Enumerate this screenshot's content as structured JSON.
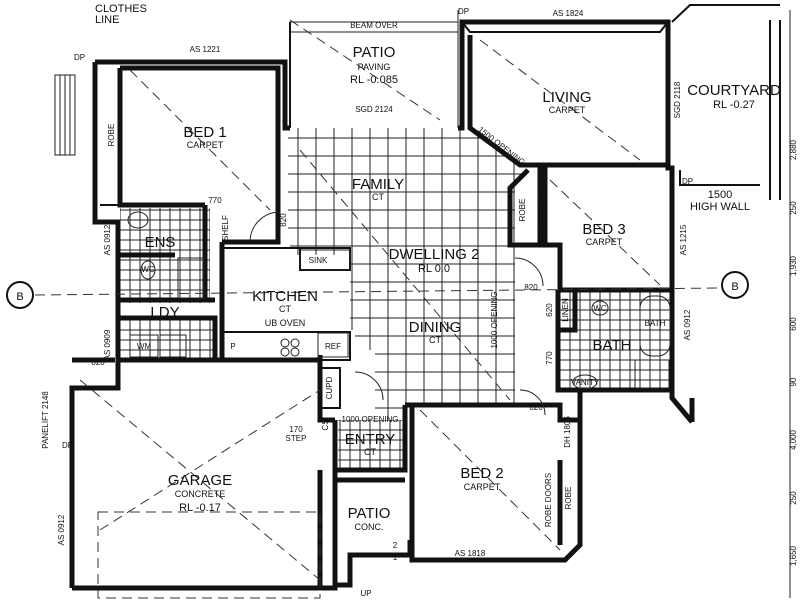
{
  "rooms": {
    "patio_top": {
      "name": "PATIO",
      "sub1": "PAVING",
      "sub2": "RL -0.085"
    },
    "living": {
      "name": "LIVING",
      "sub": "CARPET"
    },
    "courtyard": {
      "name": "COURTYARD",
      "sub": "RL -0.27"
    },
    "bed1": {
      "name": "BED 1",
      "sub": "CARPET"
    },
    "family": {
      "name": "FAMILY",
      "sub": "CT"
    },
    "bed3": {
      "name": "BED 3",
      "sub": "CARPET"
    },
    "dwelling": {
      "name": "DWELLING 2",
      "sub": "RL 0.0"
    },
    "ens": {
      "name": "ENS"
    },
    "kitchen": {
      "name": "KITCHEN",
      "sub": "CT",
      "sub2": "UB OVEN"
    },
    "ldy": {
      "name": "LDY"
    },
    "dining": {
      "name": "DINING",
      "sub": "CT"
    },
    "bath": {
      "name": "BATH"
    },
    "entry": {
      "name": "ENTRY",
      "sub": "CT"
    },
    "garage": {
      "name": "GARAGE",
      "sub1": "CONCRETE",
      "sub2": "RL -0.17"
    },
    "bed2": {
      "name": "BED 2",
      "sub": "CARPET"
    },
    "patio_bottom": {
      "name": "PATIO",
      "sub": "CONC."
    }
  },
  "annotations": {
    "clothes_line": "CLOTHES",
    "clothes_line2": "LINE",
    "beam_over": "BEAM OVER",
    "as1824": "AS 1824",
    "as1221": "AS 1221",
    "sgd2124": "SGD 2124",
    "sgd2118": "SGD 2118",
    "opening1500": "1500 OPENING",
    "high_wall_1": "1500",
    "high_wall_2": "HIGH WALL",
    "dp": "DP",
    "robe": "ROBE",
    "robe_doors": "ROBE DOORS",
    "shelf": "SHELF",
    "vanity": "VANITY",
    "wc": "WC",
    "as0912": "AS 0912",
    "as1215": "AS 1215",
    "sink": "SINK",
    "wm": "WM",
    "p": "P",
    "ref": "REF",
    "opening1000_v": "1000 OPENING",
    "opening1000_h": "1000 OPENING",
    "linen": "LINEN",
    "bath_fixture": "BATH",
    "cupd": "CUPD",
    "step170": "170",
    "step_label": "STEP",
    "panelift": "PANELIFT 2148",
    "as0909": "AS 0909",
    "as1818": "AS 1818",
    "dh1806": "DH 1806",
    "up": "UP",
    "section": "B",
    "dim770a": "770",
    "dim770b": "770",
    "dim820a": "820",
    "dim820b": "820",
    "dim820c": "820",
    "dim820d": "820",
    "dim620": "620",
    "dim2": "2",
    "dim1": "1",
    "cs": "CS",
    "right_dims": [
      "2,880",
      "250",
      "1,930",
      "600",
      "90",
      "4,000",
      "250",
      "1,650"
    ]
  },
  "colors": {
    "ink": "#111111",
    "paper": "#ffffff"
  }
}
